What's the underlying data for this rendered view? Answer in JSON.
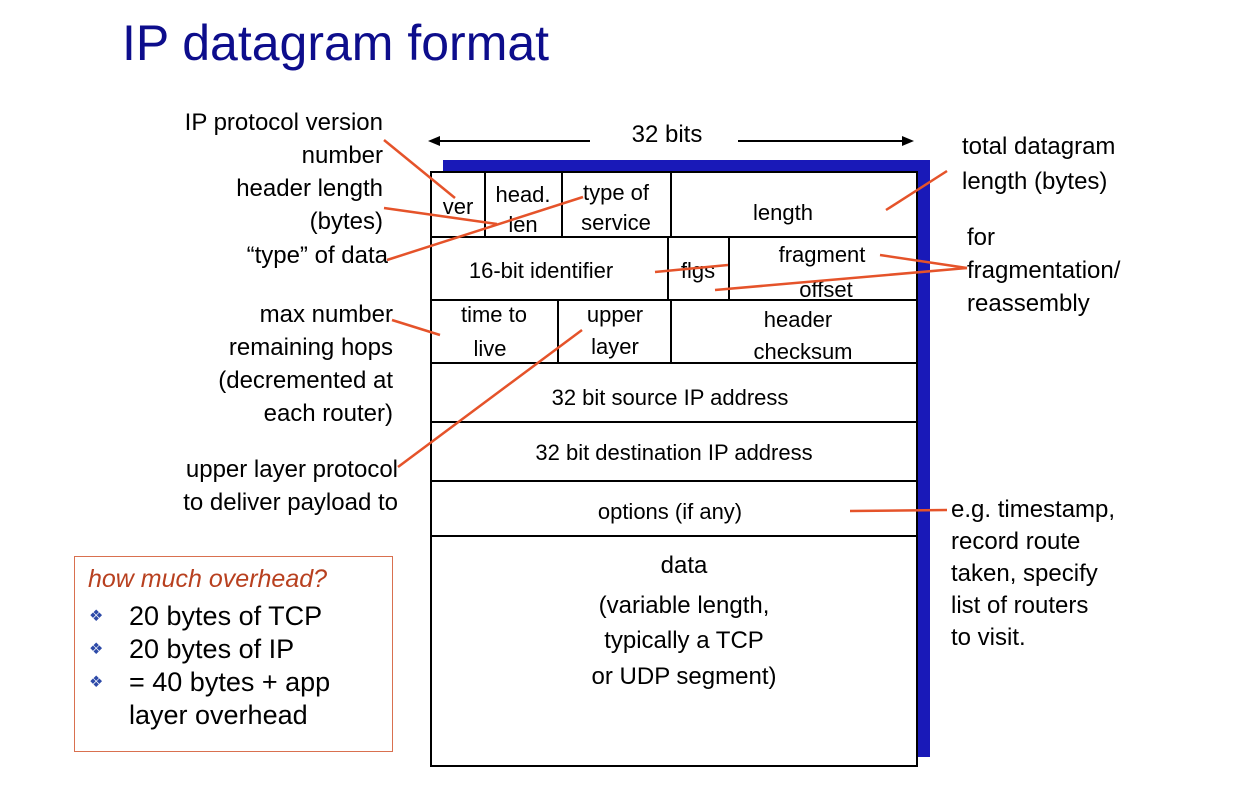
{
  "title": "IP datagram format",
  "width_label": "32 bits",
  "colors": {
    "title": "#0d0d8c",
    "shadow": "#1919b8",
    "callout_line": "#e5532a",
    "overhead_title": "#b8401f",
    "overhead_border": "#d9704f",
    "bullet": "#2d4aa8"
  },
  "fields": {
    "ver": "ver",
    "head_len": [
      "head.",
      "len"
    ],
    "type_of_service": [
      "type of",
      "service"
    ],
    "length": "length",
    "identifier": "16-bit identifier",
    "flgs": "flgs",
    "fragment_offset": [
      "fragment",
      "offset"
    ],
    "ttl": [
      "time to",
      "live"
    ],
    "upper_layer": [
      "upper",
      "layer"
    ],
    "header_checksum": [
      "header",
      "checksum"
    ],
    "src_ip": "32 bit source IP address",
    "dst_ip": "32 bit destination IP address",
    "options": "options (if any)",
    "data": [
      "data",
      "(variable length,",
      "typically a TCP",
      "or UDP segment)"
    ]
  },
  "annotations": {
    "version": [
      "IP protocol version",
      "number"
    ],
    "header_length": [
      "header length",
      "(bytes)"
    ],
    "type_of_data": "“type” of data",
    "ttl": [
      "max number",
      "remaining hops",
      "(decremented at",
      "each router)"
    ],
    "upper_layer": [
      "upper layer protocol",
      "to deliver payload to"
    ],
    "total_length": [
      "total datagram",
      "length (bytes)"
    ],
    "fragmentation": [
      "for",
      "fragmentation/",
      "reassembly"
    ],
    "options": [
      "e.g. timestamp,",
      "record route",
      "taken, specify",
      "list of routers",
      "to visit."
    ]
  },
  "overhead": {
    "title": "how much overhead?",
    "bullet_glyph": "❖",
    "items": [
      "20 bytes of TCP",
      "20 bytes of IP",
      "= 40 bytes + app",
      "layer overhead"
    ]
  }
}
